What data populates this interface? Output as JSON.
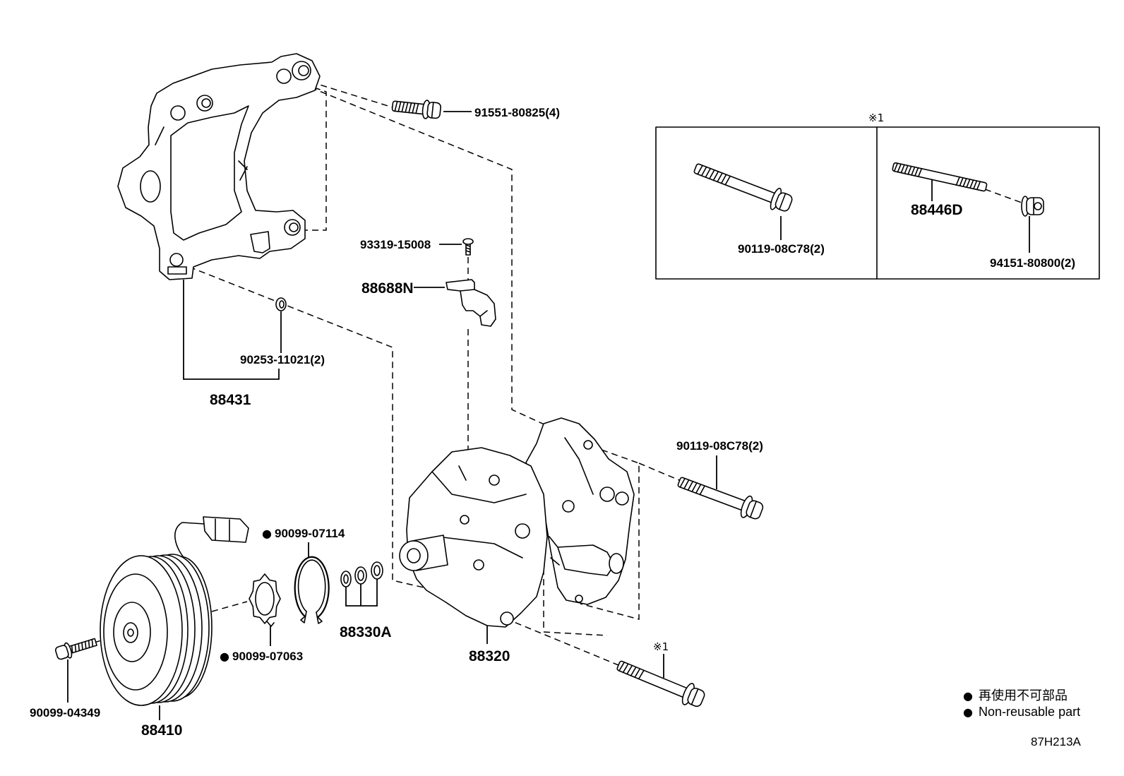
{
  "labels": {
    "bolt_top": "91551-80825(4)",
    "note_box_mark": "※1",
    "screw": "93319-15008",
    "wire_bracket": "88688N",
    "washer": "90253-11021(2)",
    "compressor_bracket": "88431",
    "box_bolt": "90119-08C78(2)",
    "box_stud": "88446D",
    "box_nut": "94151-80800(2)",
    "compressor_bolt": "90119-08C78(2)",
    "snap_ring": "90099-07114",
    "shims": "88330A",
    "compressor": "88320",
    "shim_plate": "90099-07063",
    "bottom_bolt_mark": "※1",
    "pulley_bolt": "90099-04349",
    "clutch_pulley": "88410"
  },
  "non_reusable_marker": "●",
  "legend": {
    "bullet": "●",
    "jp": "再使用不可部品",
    "en": "Non-reusable part"
  },
  "diagram_code": "87H213A",
  "colors": {
    "line": "#000000",
    "background": "#ffffff"
  }
}
